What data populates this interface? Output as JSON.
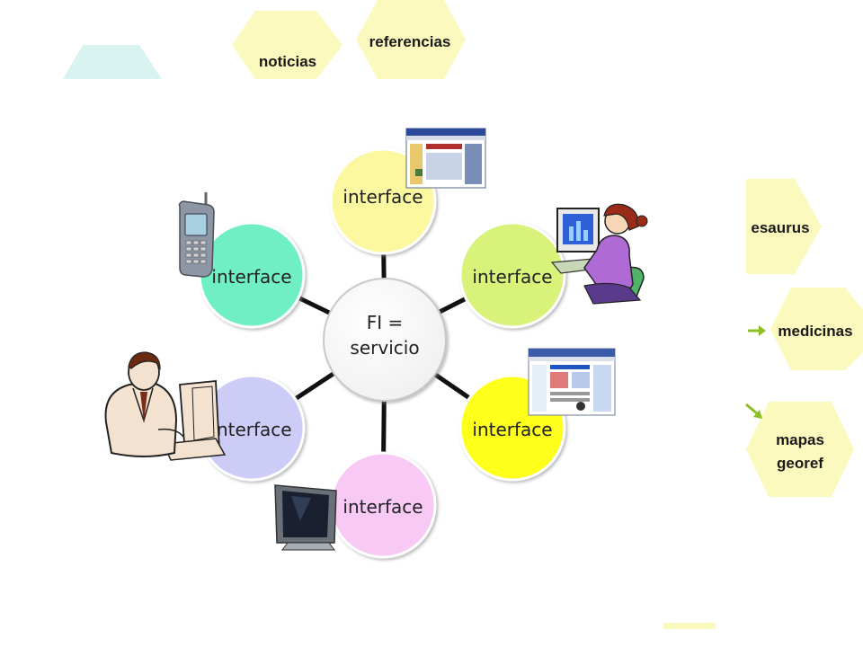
{
  "center": {
    "line1": "FI =",
    "line2": "servicio"
  },
  "interfaces": [
    {
      "id": "top",
      "label": "interface",
      "color": "#FBF8A0"
    },
    {
      "id": "upper-right",
      "label": "interface",
      "color": "#D9F27A"
    },
    {
      "id": "lower-right",
      "label": "interface",
      "color": "#FFFF1A"
    },
    {
      "id": "bottom",
      "label": "interface",
      "color": "#F9C9F6"
    },
    {
      "id": "lower-left",
      "label": "interface",
      "color": "#CCCCF7"
    },
    {
      "id": "upper-left",
      "label": "interface",
      "color": "#6FEFC4"
    }
  ],
  "hexagons": [
    {
      "id": "noticias",
      "label": "noticias"
    },
    {
      "id": "referencias",
      "label": "referencias"
    },
    {
      "id": "tesaurus",
      "label": "esaurus"
    },
    {
      "id": "medicinas",
      "label": "medicinas"
    },
    {
      "id": "mapas",
      "line1": "mapas",
      "line2": "georef"
    }
  ],
  "colors": {
    "hexagon": "#FCF9BE",
    "connector": "#111111",
    "arrow": "#8CBF26"
  }
}
